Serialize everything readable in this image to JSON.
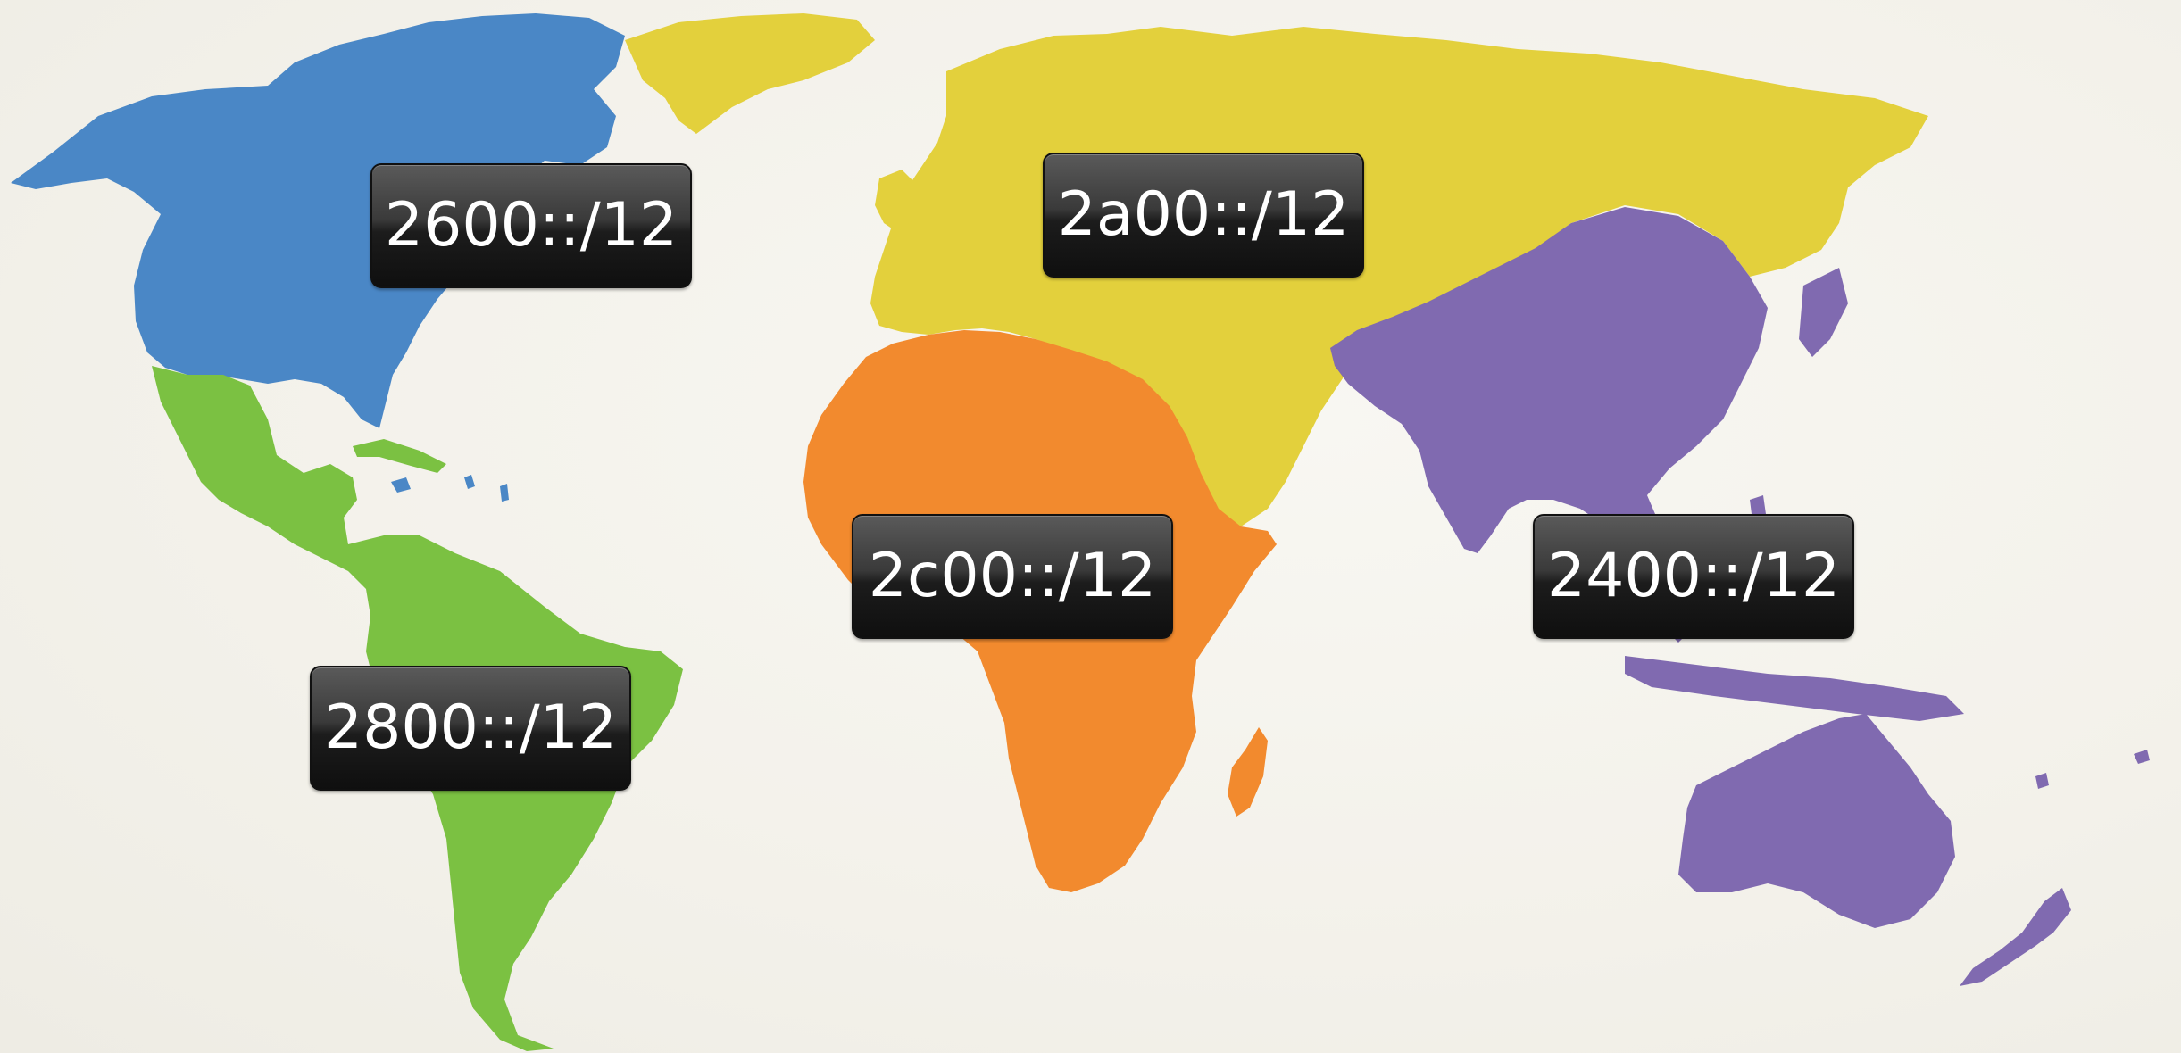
{
  "map": {
    "regions": [
      {
        "id": "north-america",
        "label": "2600::/12",
        "color": "#4a87c6"
      },
      {
        "id": "europe-asia",
        "label": "2a00::/12",
        "color": "#e3d03c"
      },
      {
        "id": "africa",
        "label": "2c00::/12",
        "color": "#f28a2e"
      },
      {
        "id": "asia-pacific",
        "label": "2400::/12",
        "color": "#806ab0"
      },
      {
        "id": "latin-america",
        "label": "2800::/12",
        "color": "#7bc142"
      }
    ],
    "background": "#f4f2ec",
    "label_background": "#222222",
    "label_text_color": "#ffffff"
  }
}
